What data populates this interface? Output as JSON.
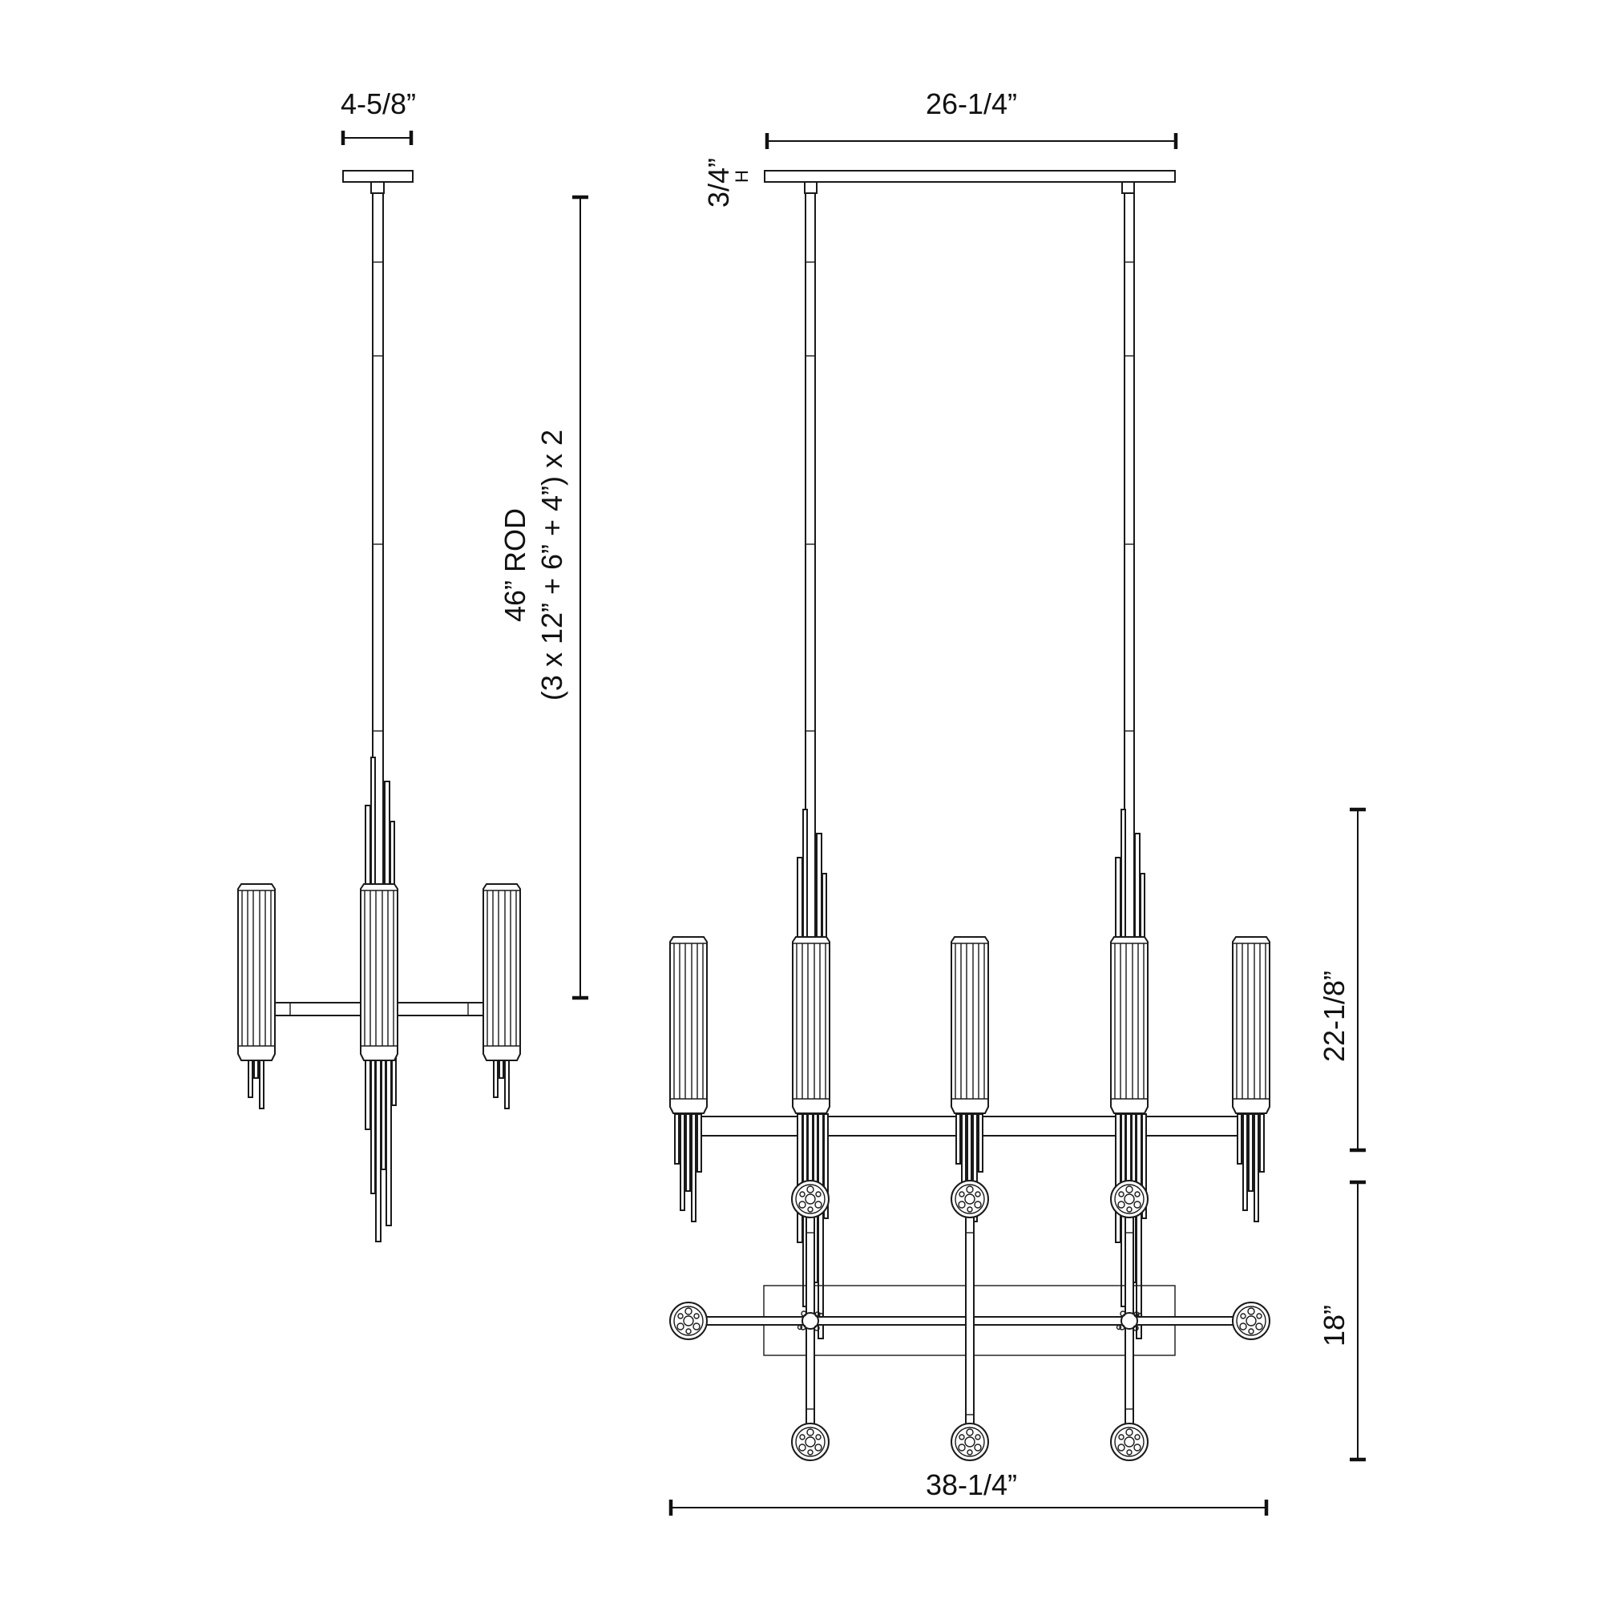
{
  "drawing": {
    "title": "Linear chandelier dimension drawing",
    "views": [
      "side-elevation",
      "front-elevation",
      "top-plan"
    ],
    "line_color": "#1a1a1a",
    "background": "#ffffff"
  },
  "dimensions": {
    "canopy_width_side": "4-5/8”",
    "canopy_length_front": "26-1/4”",
    "canopy_height": "3/4”",
    "canopy_height_suffix": "H",
    "rod_line1": "46” ROD",
    "rod_line2": "(3 x 12” + 6” + 4”) x 2",
    "fixture_height": "22-1/8”",
    "fixture_depth": "18”",
    "fixture_length": "38-1/4”"
  },
  "counts": {
    "front_lamps": 5,
    "plan_lamps": 8,
    "rods": 2,
    "rod_segments": "3 x 12” + 6” + 4”"
  }
}
